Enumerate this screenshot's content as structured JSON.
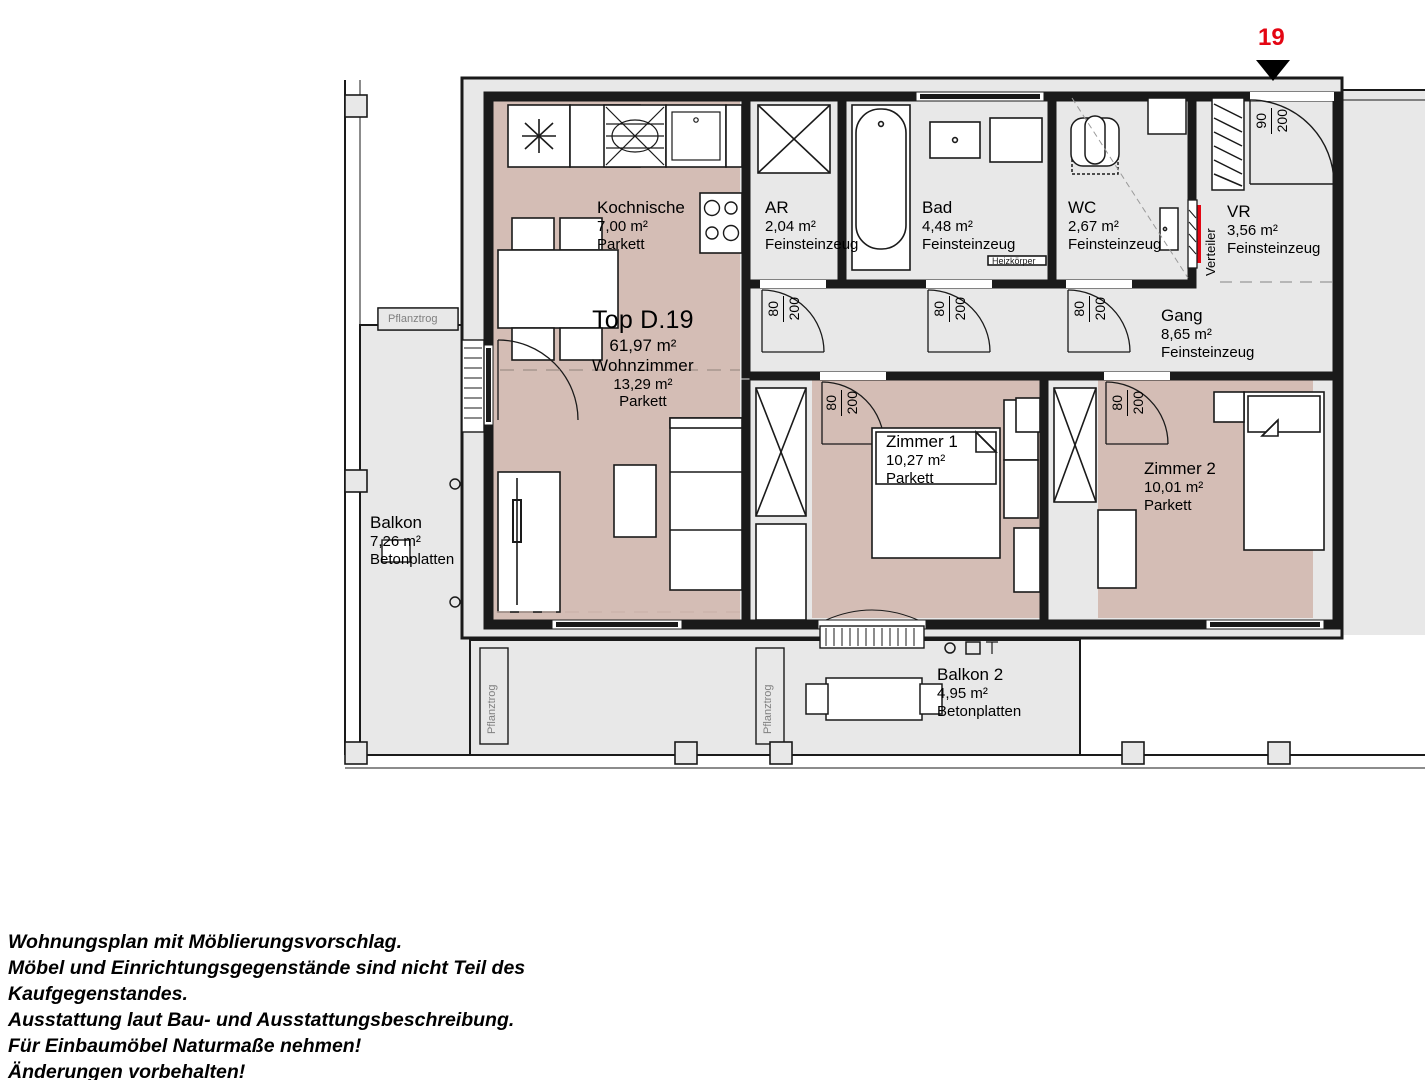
{
  "plan": {
    "title": "Top D.19",
    "total_area": "61,97 m²",
    "entrance_marker": "19",
    "entrance_marker_color": "#e40613",
    "colors": {
      "apartment_fill": "#d4bdb5",
      "outside_fill": "#e8e8e8",
      "wall": "#1a1a1a",
      "furniture": "#ffffff",
      "marker_red": "#e40613",
      "faint_text": "#808080"
    }
  },
  "rooms": [
    {
      "name": "Kochnische",
      "area": "7,00 m²",
      "floor": "Parkett"
    },
    {
      "name": "AR",
      "area": "2,04 m²",
      "floor": "Feinsteinzeug"
    },
    {
      "name": "Bad",
      "area": "4,48 m²",
      "floor": "Feinsteinzeug"
    },
    {
      "name": "WC",
      "area": "2,67 m²",
      "floor": "Feinsteinzeug"
    },
    {
      "name": "VR",
      "area": "3,56 m²",
      "floor": "Feinsteinzeug"
    },
    {
      "name": "Gang",
      "area": "8,65 m²",
      "floor": "Feinsteinzeug"
    },
    {
      "name": "Wohnzimmer",
      "area": "13,29 m²",
      "floor": "Parkett"
    },
    {
      "name": "Zimmer 1",
      "area": "10,27 m²",
      "floor": "Parkett"
    },
    {
      "name": "Zimmer 2",
      "area": "10,01 m²",
      "floor": "Parkett"
    },
    {
      "name": "Balkon",
      "area": "7,26 m²",
      "floor": "Betonplatten"
    },
    {
      "name": "Balkon 2",
      "area": "4,95 m²",
      "floor": "Betonplatten"
    }
  ],
  "annotations": {
    "verteiler": "Verteiler",
    "heizkoerper": "Heizkörper",
    "pflanztrog": "Pflanztrog"
  },
  "doors": [
    {
      "width": "80",
      "height": "200",
      "room": "ar"
    },
    {
      "width": "80",
      "height": "200",
      "room": "bad"
    },
    {
      "width": "80",
      "height": "200",
      "room": "wc"
    },
    {
      "width": "80",
      "height": "200",
      "room": "zimmer-1"
    },
    {
      "width": "80",
      "height": "200",
      "room": "zimmer-2"
    },
    {
      "width": "90",
      "height": "200",
      "room": "entrance"
    }
  ],
  "footer": {
    "lines": [
      "Wohnungsplan mit Möblierungsvorschlag.",
      "Möbel und Einrichtungsgegenstände sind nicht Teil des",
      "Kaufgegenstandes.",
      "Ausstattung laut Bau- und Ausstattungsbeschreibung.",
      "Für Einbaumöbel Naturmaße nehmen!",
      "Änderungen vorbehalten!"
    ]
  }
}
